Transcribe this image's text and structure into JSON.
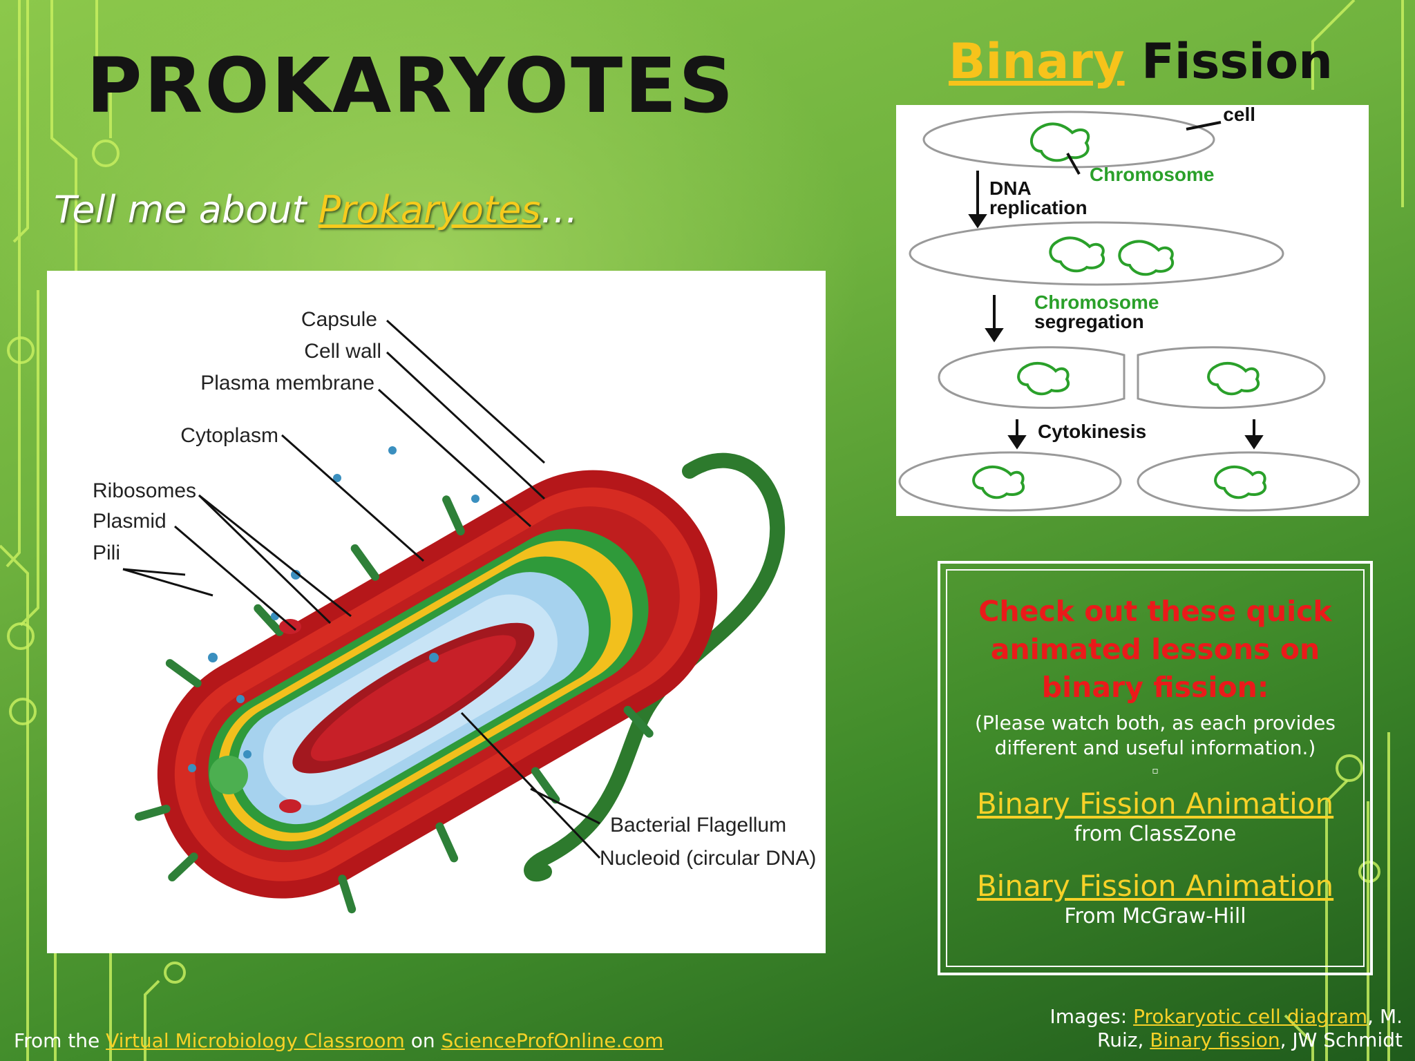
{
  "slide": {
    "title": "PROKARYOTES",
    "prompt_prefix": "Tell me about ",
    "prompt_link": "Prokaryotes",
    "prompt_suffix": "…"
  },
  "cell_diagram": {
    "labels": {
      "capsule": "Capsule",
      "cell_wall": "Cell wall",
      "plasma_membrane": "Plasma membrane",
      "cytoplasm": "Cytoplasm",
      "ribosomes": "Ribosomes",
      "plasmid": "Plasmid",
      "pili": "Pili",
      "flagellum": "Bacterial Flagellum",
      "nucleoid": "Nucleoid (circular DNA)"
    }
  },
  "binary_fission": {
    "title_link": "Binary",
    "title_rest": " Fission",
    "labels": {
      "cell": "cell",
      "chromosome": "Chromosome",
      "dna": "DNA",
      "replication": "replication",
      "chromosome2": "Chromosome",
      "segregation": "segregation",
      "cytokinesis": "Cytokinesis"
    }
  },
  "lessons": {
    "heading_1": "Check out these quick",
    "heading_2": "animated lessons on",
    "heading_3": "binary fission:",
    "note_1": "(Please watch both, as each provides",
    "note_2": "different and useful information.)",
    "dot": "▫",
    "link1": "Binary Fission Animation",
    "source1": "from ClassZone",
    "link2": "Binary Fission Animation",
    "source2": "From McGraw-Hill"
  },
  "footer": {
    "left_prefix": "From the ",
    "left_link1": "Virtual Microbiology Classroom",
    "left_mid": " on ",
    "left_link2": "ScienceProfOnline.com",
    "right_prefix": "Images: ",
    "right_link1": "Prokaryotic cell diagram",
    "right_mid": ", M. Ruiz, ",
    "right_link2": "Binary fission",
    "right_suffix": ", JW Schmidt"
  },
  "colors": {
    "accent_link": "#f7d128",
    "lesson_heading": "#ea1a1a",
    "background": "#6fb23e"
  }
}
